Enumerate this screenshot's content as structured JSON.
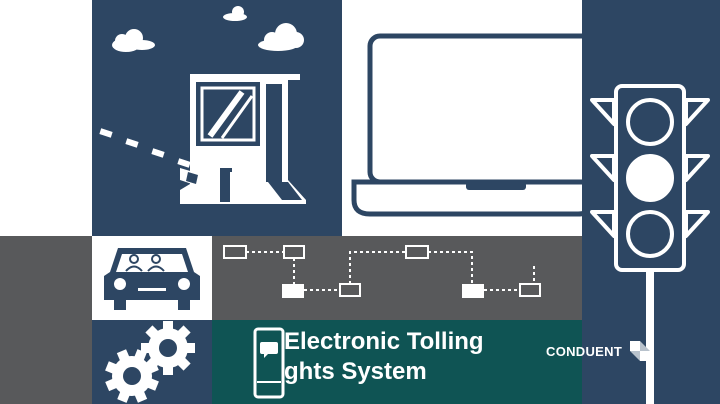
{
  "video_frame": {
    "title_line_1": "Electronic Tolling",
    "title_line_2": "ghts System",
    "brand_name": "CONDUENT",
    "colors": {
      "navy": "#2d4663",
      "gray": "#58595b",
      "teal": "#0f5454",
      "white": "#ffffff"
    },
    "icons": [
      "cloud-icon",
      "tollbooth-icon",
      "laptop-icon",
      "traffic-light-icon",
      "car-icon",
      "network-diagram-icon",
      "gears-icon",
      "phone-icon",
      "conduent-logo-icon"
    ]
  }
}
